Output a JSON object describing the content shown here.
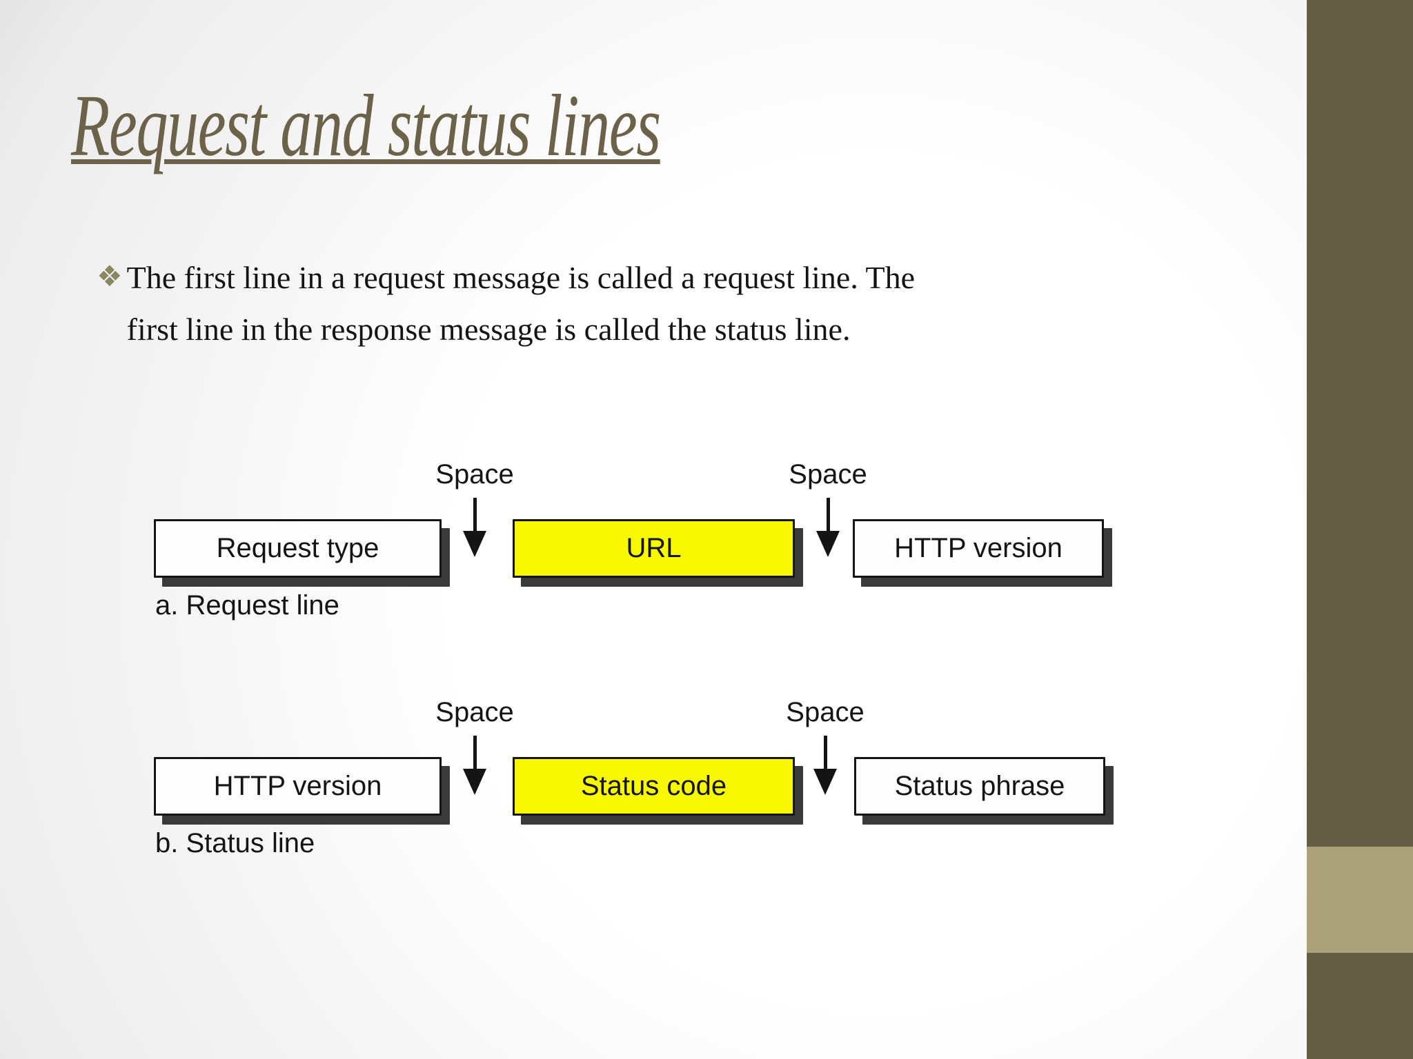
{
  "slide": {
    "title": "Request and status lines",
    "bullet_glyph": "❖",
    "bullet_lines": [
      "The first line in a request message is called a request line. The",
      "first line in the response message is called the status line."
    ]
  },
  "diagram": {
    "space_label": "Space",
    "rows": [
      {
        "caption": "a. Request line",
        "boxes": [
          {
            "label": "Request type",
            "highlight": false
          },
          {
            "label": "URL",
            "highlight": true
          },
          {
            "label": "HTTP version",
            "highlight": false
          }
        ]
      },
      {
        "caption": "b. Status line",
        "boxes": [
          {
            "label": "HTTP version",
            "highlight": false
          },
          {
            "label": "Status code",
            "highlight": true
          },
          {
            "label": "Status phrase",
            "highlight": false
          }
        ]
      }
    ]
  },
  "colors": {
    "title_accent": "#6b6249",
    "band": "#665d46",
    "band_square": "#aba17a",
    "highlight_yellow": "#f8f800",
    "bullet_glyph": "#8a8661",
    "body_text": "#141414",
    "box_shadow": "#3a3a3a"
  }
}
